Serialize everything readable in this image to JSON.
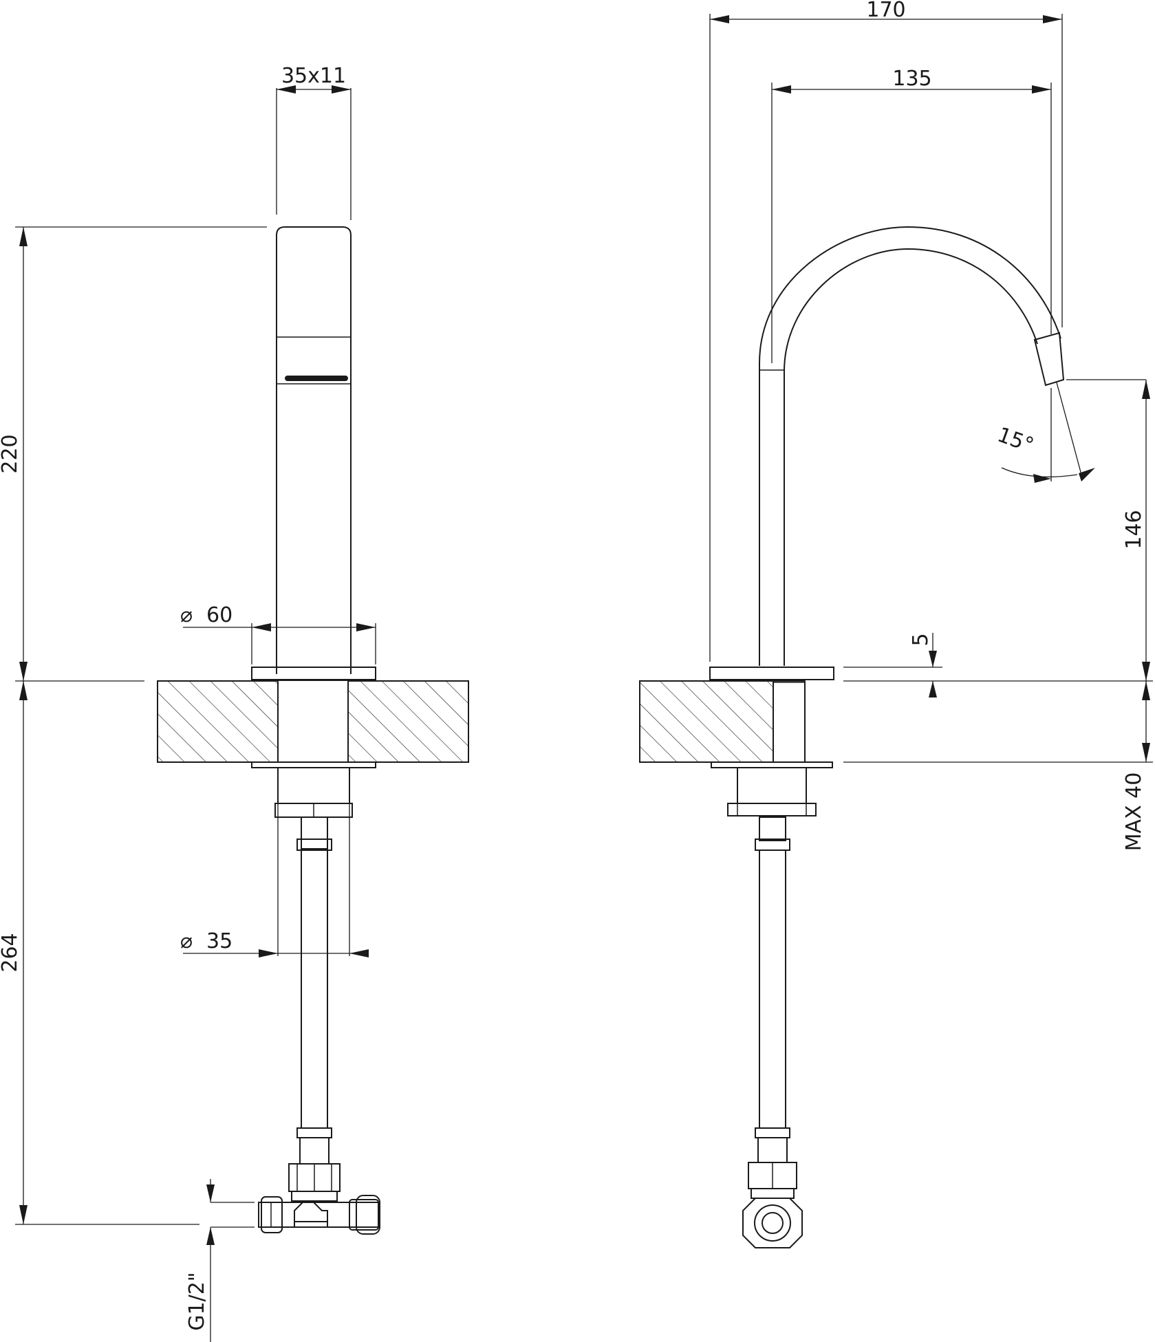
{
  "dimensions": {
    "spout_section": "35x11",
    "spout_height": "220",
    "below_deck_length": "264",
    "base_diameter": "60",
    "shank_diameter": "35",
    "connection_thread": "G1/2\"",
    "overall_reach": "170",
    "spout_reach": "135",
    "outlet_angle": "15°",
    "outlet_height": "146",
    "base_thickness": "5",
    "max_deck_thickness": "MAX 40"
  },
  "symbols": {
    "diameter": "⌀"
  },
  "colors": {
    "line": "#1a1a1a",
    "background": "#ffffff"
  }
}
